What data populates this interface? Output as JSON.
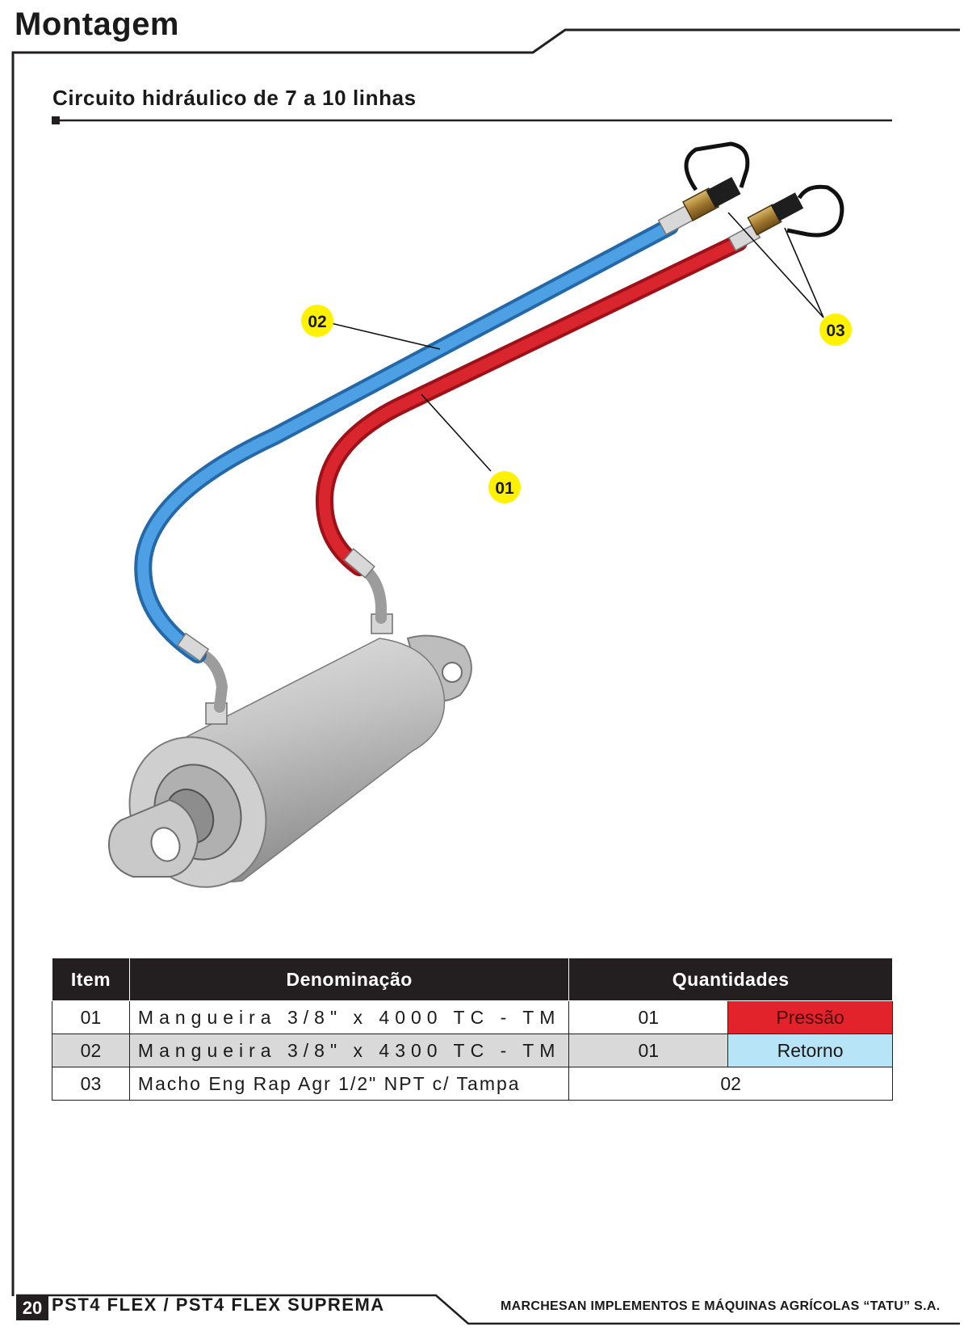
{
  "header": {
    "title": "Montagem"
  },
  "section": {
    "title": "Circuito hidráulico de 7 a 10 linhas"
  },
  "callouts": [
    "02",
    "03",
    "01"
  ],
  "table": {
    "headers": {
      "item": "Item",
      "description": "Denominação",
      "quantity": "Quantidades"
    },
    "rows": [
      {
        "item": "01",
        "description": "Mangueira 3/8\" x 4000 TC - TM",
        "quantity": "01",
        "line_type": "Pressão"
      },
      {
        "item": "02",
        "description": "Mangueira 3/8\" x 4300 TC - TM",
        "quantity": "01",
        "line_type": "Retorno"
      },
      {
        "item": "03",
        "description": "Macho Eng Rap Agr 1/2\" NPT c/ Tampa",
        "quantity": "02"
      }
    ]
  },
  "footer": {
    "page_number": "20",
    "model": "PST4 FLEX / PST4 FLEX SUPREMA",
    "company": "MARCHESAN IMPLEMENTOS E MÁQUINAS AGRÍCOLAS “TATU” S.A."
  },
  "colors": {
    "pressure_hose": "#d42027",
    "return_hose": "#3d8fd6",
    "pressure_cell": "#e3232b",
    "return_cell": "#b8e4f7",
    "callout_fill": "#fff200",
    "table_header": "#231f20"
  }
}
